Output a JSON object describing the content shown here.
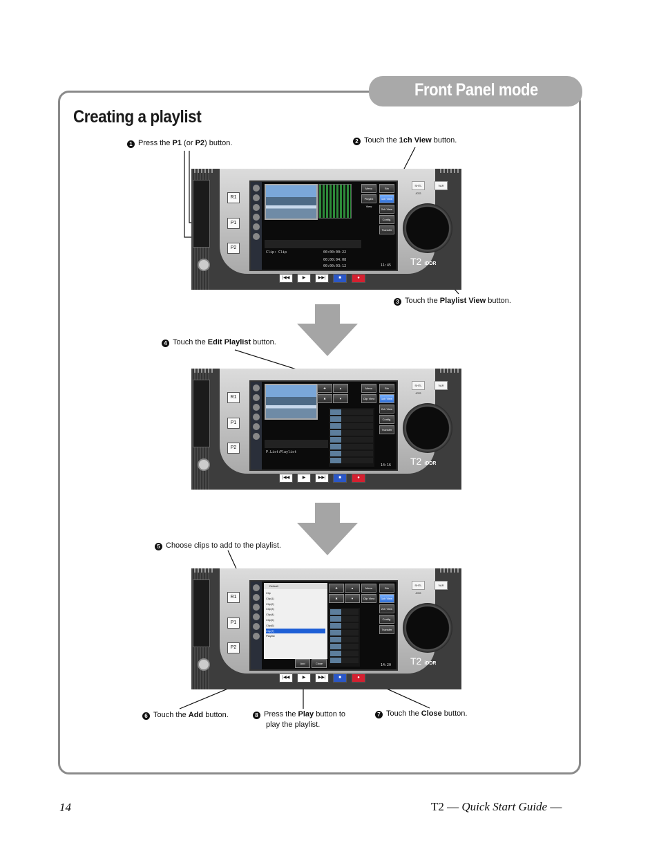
{
  "section_tab": "Front Panel mode",
  "page_title": "Creating a playlist",
  "callouts": {
    "c1": {
      "num": "1",
      "pre": "Press the ",
      "b1": "P1",
      "mid": " (or ",
      "b2": "P2",
      "post": ") button."
    },
    "c2": {
      "num": "2",
      "pre": "Touch the ",
      "b": "1ch View",
      "post": " button."
    },
    "c3": {
      "num": "3",
      "pre": "Touch the ",
      "b": "Playlist View",
      "post": " button."
    },
    "c4": {
      "num": "4",
      "pre": "Touch the ",
      "b": "Edit Playlist",
      "post": " button."
    },
    "c5": {
      "num": "5",
      "text": "Choose clips to add to the playlist."
    },
    "c6": {
      "num": "6",
      "pre": "Touch the ",
      "b": "Add",
      "post": " button."
    },
    "c7": {
      "num": "7",
      "pre": "Touch the ",
      "b": "Close",
      "post": " button."
    },
    "c8": {
      "num": "8",
      "pre": "Press the ",
      "b": "Play",
      "post": " button to",
      "line2": "play the playlist."
    }
  },
  "device": {
    "buttons": {
      "r1": "R1",
      "p1": "P1",
      "p2": "P2"
    },
    "logo": "T2",
    "logo_sub": "iDDR",
    "keys": {
      "shtl": "SHTL JOG",
      "var": "VAR"
    },
    "softkeys": {
      "menu": "Menu",
      "bin": "Bin",
      "playlist": "Playlist View",
      "ch1": "1ch View",
      "split": "2ch View",
      "config": "Config.",
      "transfer": "Transfer",
      "clip": "Clip View",
      "add": "Add",
      "close": "Close"
    },
    "screen1": {
      "clip_label": "Clip:",
      "clip_value": "Clip",
      "in": "00:00:00:22",
      "out": "00:00:04:08",
      "dur": "00:00:03:12",
      "time": "11:45"
    },
    "screen2": {
      "plist_label": "P.List:",
      "plist_value": "Playlist",
      "time": "14:16"
    },
    "screen3": {
      "folder": "Default",
      "items": [
        "Clip",
        "Clip(1)",
        "Clip(2)",
        "Clip(3)",
        "Clip(4)",
        "Clip(5)",
        "Clip(6)",
        "Clip(7)",
        "Playlist"
      ],
      "time": "14:20"
    }
  },
  "footer": {
    "page_number": "14",
    "product": "T2",
    "dash": "—",
    "guide": "Quick Start Guide"
  }
}
